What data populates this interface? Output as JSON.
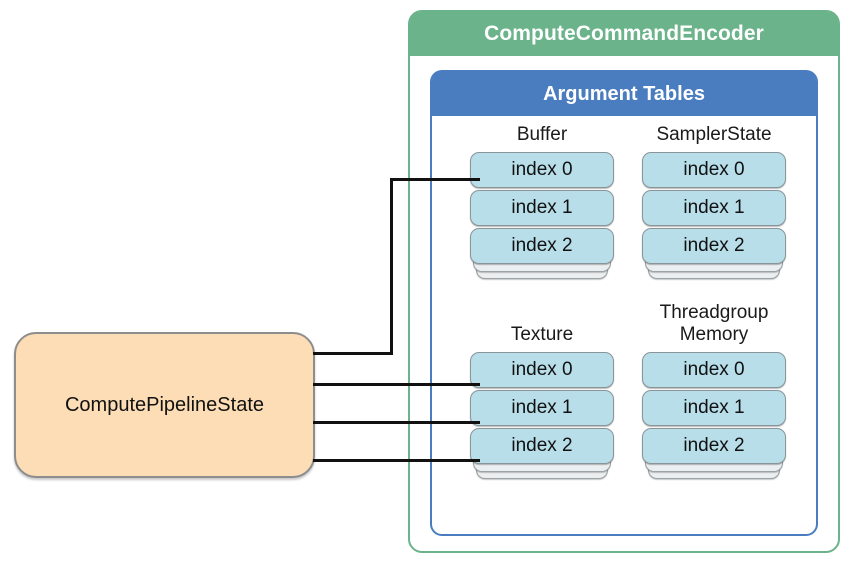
{
  "diagram": {
    "encoder": {
      "title": "ComputeCommandEncoder",
      "color": "#6BB38A"
    },
    "argument_tables": {
      "title": "Argument Tables",
      "color": "#4A7CC0",
      "cell_color": "#B8DEE9",
      "columns": [
        {
          "name": "buffer-column",
          "label": "Buffer",
          "entries": [
            "index 0",
            "index 1",
            "index 2"
          ],
          "has_overflow_stack": true
        },
        {
          "name": "samplerstate-column",
          "label": "SamplerState",
          "entries": [
            "index 0",
            "index 1",
            "index 2"
          ],
          "has_overflow_stack": true
        },
        {
          "name": "texture-column",
          "label": "Texture",
          "entries": [
            "index 0",
            "index 1",
            "index 2"
          ],
          "has_overflow_stack": true
        },
        {
          "name": "threadgroup-memory-column",
          "label": "Threadgroup\nMemory",
          "entries": [
            "index 0",
            "index 1",
            "index 2"
          ],
          "has_overflow_stack": true
        }
      ]
    },
    "pipeline_state": {
      "label": "ComputePipelineState",
      "color": "#FCDDB5"
    },
    "connections": [
      {
        "from": "ComputePipelineState",
        "to": "Buffer index 0"
      },
      {
        "from": "ComputePipelineState",
        "to": "Texture index 0"
      },
      {
        "from": "ComputePipelineState",
        "to": "Texture index 1"
      },
      {
        "from": "ComputePipelineState",
        "to": "Texture index 2"
      }
    ]
  }
}
